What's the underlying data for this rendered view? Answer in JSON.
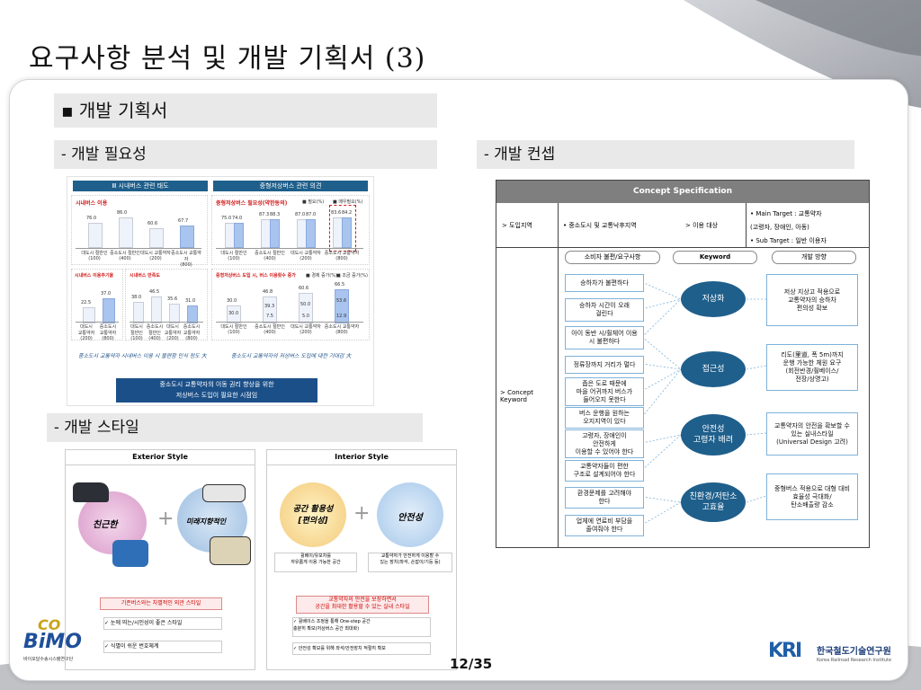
{
  "slide": {
    "title": "요구사항  분석 및 개발 기획서 (3)",
    "section_heading": "▪ 개발 기획서",
    "need_heading": "- 개발 필요성",
    "concept_heading": "- 개발 컨셉",
    "style_heading": "- 개발 스타일",
    "page_number": "12/35"
  },
  "need_figure": {
    "left_header": "Ⅲ 시내버스 관련 태도",
    "right_header": "중형저상버스 관련 의견",
    "chart1": {
      "title": "시내버스 이용",
      "values": [
        "76.0",
        "86.0",
        "60.6",
        "67.7"
      ],
      "cats": [
        "대도시 절반인\n(100)",
        "중소도시 절반인\n(400)",
        "대도시 교통약자\n(200)",
        "중소도시 교통약자\n(800)"
      ]
    },
    "chart2": {
      "title": "중형저상버스 필요성(약한동의)",
      "legend": [
        "■ 필요(%)",
        "■ 매우필요(%)"
      ],
      "values": [
        "75.0",
        "74.0",
        "87.3",
        "88.3",
        "87.0",
        "87.0",
        "83.6",
        "84.2"
      ],
      "cats": [
        "대도시 절반인\n(100)",
        "중소도시 절반인\n(400)",
        "대도시 교통약자\n(200)",
        "중소도시 교통약자\n(800)"
      ]
    },
    "chart3": {
      "title": "시내버스 이용주기율",
      "values": [
        "22.5",
        "37.0"
      ],
      "cats": [
        "대도시\n교통약자\n(200)",
        "중소도시\n교통약자\n(800)"
      ]
    },
    "chart4": {
      "title": "시내버스 만족도",
      "values": [
        "38.0",
        "46.5",
        "35.6",
        "31.0"
      ],
      "cats": [
        "대도시\n절반인\n(100)",
        "중소도시\n절반인\n(400)",
        "대도시\n교통약자\n(200)",
        "중소도시\n교통약자\n(800)"
      ]
    },
    "chart5": {
      "title": "중형저상버스 도입 시, 버스 이용횟수 증가",
      "legend": [
        "■ 경제 증가(%)",
        "■ 조금 증가(%)"
      ],
      "values": [
        "30.0",
        "30.0",
        "46.8",
        "39.3",
        "7.5",
        "60.6",
        "50.0",
        "5.0",
        "66.5",
        "53.6",
        "12.9"
      ],
      "cats": [
        "대도시 절반인\n(100)",
        "중소도시 절반인\n(400)",
        "대도시 교통약자\n(200)",
        "중소도시 교통약자\n(800)"
      ]
    },
    "caption_left": "중소도시 교통약자 시내버스 이용 시 불편함 인식 정도 大",
    "caption_right": "중소도시 교통약자의 저상버스 도입에 대한 기대감 大",
    "summary_line1": "중소도시 교통약자의 이동 권리 향상을 위한",
    "summary_line2": "저상버스 도입이 필요한 시점임"
  },
  "concept_table": {
    "title": "Concept Specification",
    "row1_label": "> 도입지역",
    "row1_value": "• 중소도시 및 교통낙후지역",
    "row1_target_label": "> 이용 대상",
    "row1_targets": [
      "• Main Target : 교통약자",
      "(고령자, 장애인, 아동)",
      "• Sub Target : 일반 이용자"
    ],
    "row2_label": "> Concept\n   Keyword",
    "col_headers": [
      "소비자 불편/요구사항",
      "Keyword",
      "개발 방향"
    ],
    "needs": [
      "승하차가 불편하다",
      "승하차 시간이 오래\n걸린다",
      "아이 동반 시/휠체어 이용\n시 불편하다",
      "정류장까지 거리가 멀다",
      "좁은 도로 때문에\n마을 어귀까지 버스가\n들어오지 못한다",
      "버스 운행을 원하는\n오지지역이 있다",
      "고령자, 장애인이\n안전하게\n이용할 수 있어야 한다",
      "교통약자들이 편한\n구조로 설계되어야 한다",
      "환경문제를 고려해야\n한다",
      "업체에 연료비 부담을\n줄여줘야 한다"
    ],
    "keywords": [
      "저상화",
      "접근성",
      "안전성\n고령자 배려",
      "친환경/저탄소\n고효율"
    ],
    "directions": [
      "저상 지상고 적용으로\n교통약자의 승하차\n편의성 확보",
      "리도(里道, 폭 5m)까지\n운행 가능한 체원 요구\n(회전반경/휠베이스/\n전장/상명고)",
      "교통약자의 안전을 확보할 수\n있는 실내스타일\n(Universal Design 고려)",
      "중형버스 적용으로 대형 대비\n효율성 극대화/\n탄소배출량 감소"
    ]
  },
  "style_figure": {
    "exterior_title": "Exterior Style",
    "exterior_words": [
      "친근한",
      "미래지향적인"
    ],
    "exterior_note": "기존버스와는 차별적인 외관 스타일",
    "exterior_checks": [
      "✓ 눈에 띄는/시인성이 좋은 스타일",
      "✓ 식별이 쉬운 번호체계"
    ],
    "interior_title": "Interior Style",
    "interior_words": [
      "공간 활용성\n[편의성]",
      "안전성"
    ],
    "interior_captions": [
      "휠베이/유모차를\n자유롭게 이용 가능한 공간",
      "교통약자가 안전하게 이용할 수\n있는 장치(좌석, 손잡이/기둥 등)"
    ],
    "interior_note": "교통약자의 안전을 보장하면서\n공간을 최대한 활용할 수 있는 실내 스타일",
    "interior_checks": [
      "✓ 휠베이스 조정을 통해 One-step 공간\n    충분히 확보(저상버스 공간 최대화)",
      "✓ 안전성 확보를 위해 좌석/안전장치 적절히 확보"
    ]
  },
  "logos": {
    "left_brand": "BiMO",
    "left_sub": "바이모달수송시스템연구단",
    "right_brand": "한국철도기술연구원",
    "right_sub": "Korea Railroad Research Institute",
    "right_mark": "KRI"
  },
  "colors": {
    "accent_blue": "#1f5f8b",
    "summary_blue": "#1b4f88",
    "table_header": "#7f7f7f",
    "red": "#d01818"
  }
}
